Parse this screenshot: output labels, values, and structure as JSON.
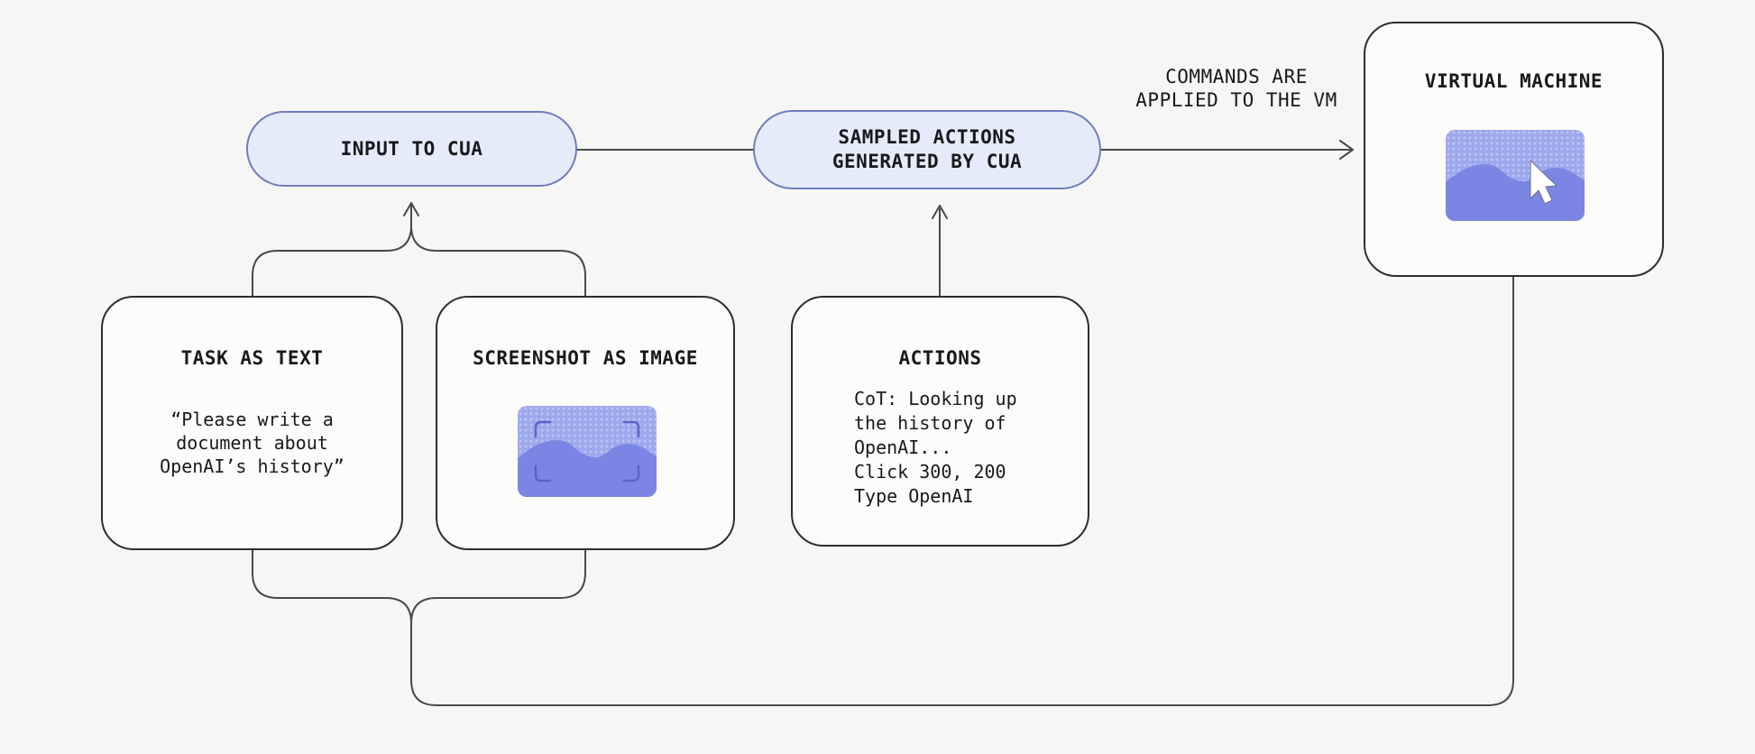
{
  "diagram": {
    "title": "CUA loop diagram",
    "colors": {
      "background": "#F6F6F4",
      "connector_line": "#46494D",
      "pill_fill": "#E6EBFA",
      "pill_border": "#707CBE",
      "node_fill": "#FCFCFB",
      "node_border": "#2B2E31",
      "text": "#17191C",
      "thumb_base": "#9DA7EC",
      "thumb_dots": "#BAC1F4",
      "thumb_wave": "#7B86E4",
      "thumb_bracket": "#5A65C8",
      "cursor_fill": "#FFFFFF"
    },
    "icons": {
      "vm_thumbnail": "screen-image-with-cursor-icon",
      "screenshot_thumbnail": "screen-image-with-viewfinder-icon"
    }
  },
  "nodes": {
    "input_pill": {
      "label": "INPUT TO CUA"
    },
    "sampled_pill": {
      "label_line1": "SAMPLED ACTIONS",
      "label_line2": "GENERATED BY CUA"
    },
    "vm_box": {
      "title": "VIRTUAL MACHINE"
    },
    "task_box": {
      "title": "TASK AS TEXT",
      "quote_line1": "“Please write a",
      "quote_line2": "document about",
      "quote_line3": "OpenAI’s history”"
    },
    "screenshot_box": {
      "title": "SCREENSHOT AS IMAGE"
    },
    "actions_box": {
      "title": "ACTIONS",
      "lines": [
        "CoT: Looking up",
        "the history of",
        "OpenAI...",
        "Click 300, 200",
        "Type OpenAI"
      ]
    }
  },
  "annotations": {
    "vm_arrow_label_line1": "COMMANDS ARE",
    "vm_arrow_label_line2": "APPLIED TO THE VM"
  }
}
